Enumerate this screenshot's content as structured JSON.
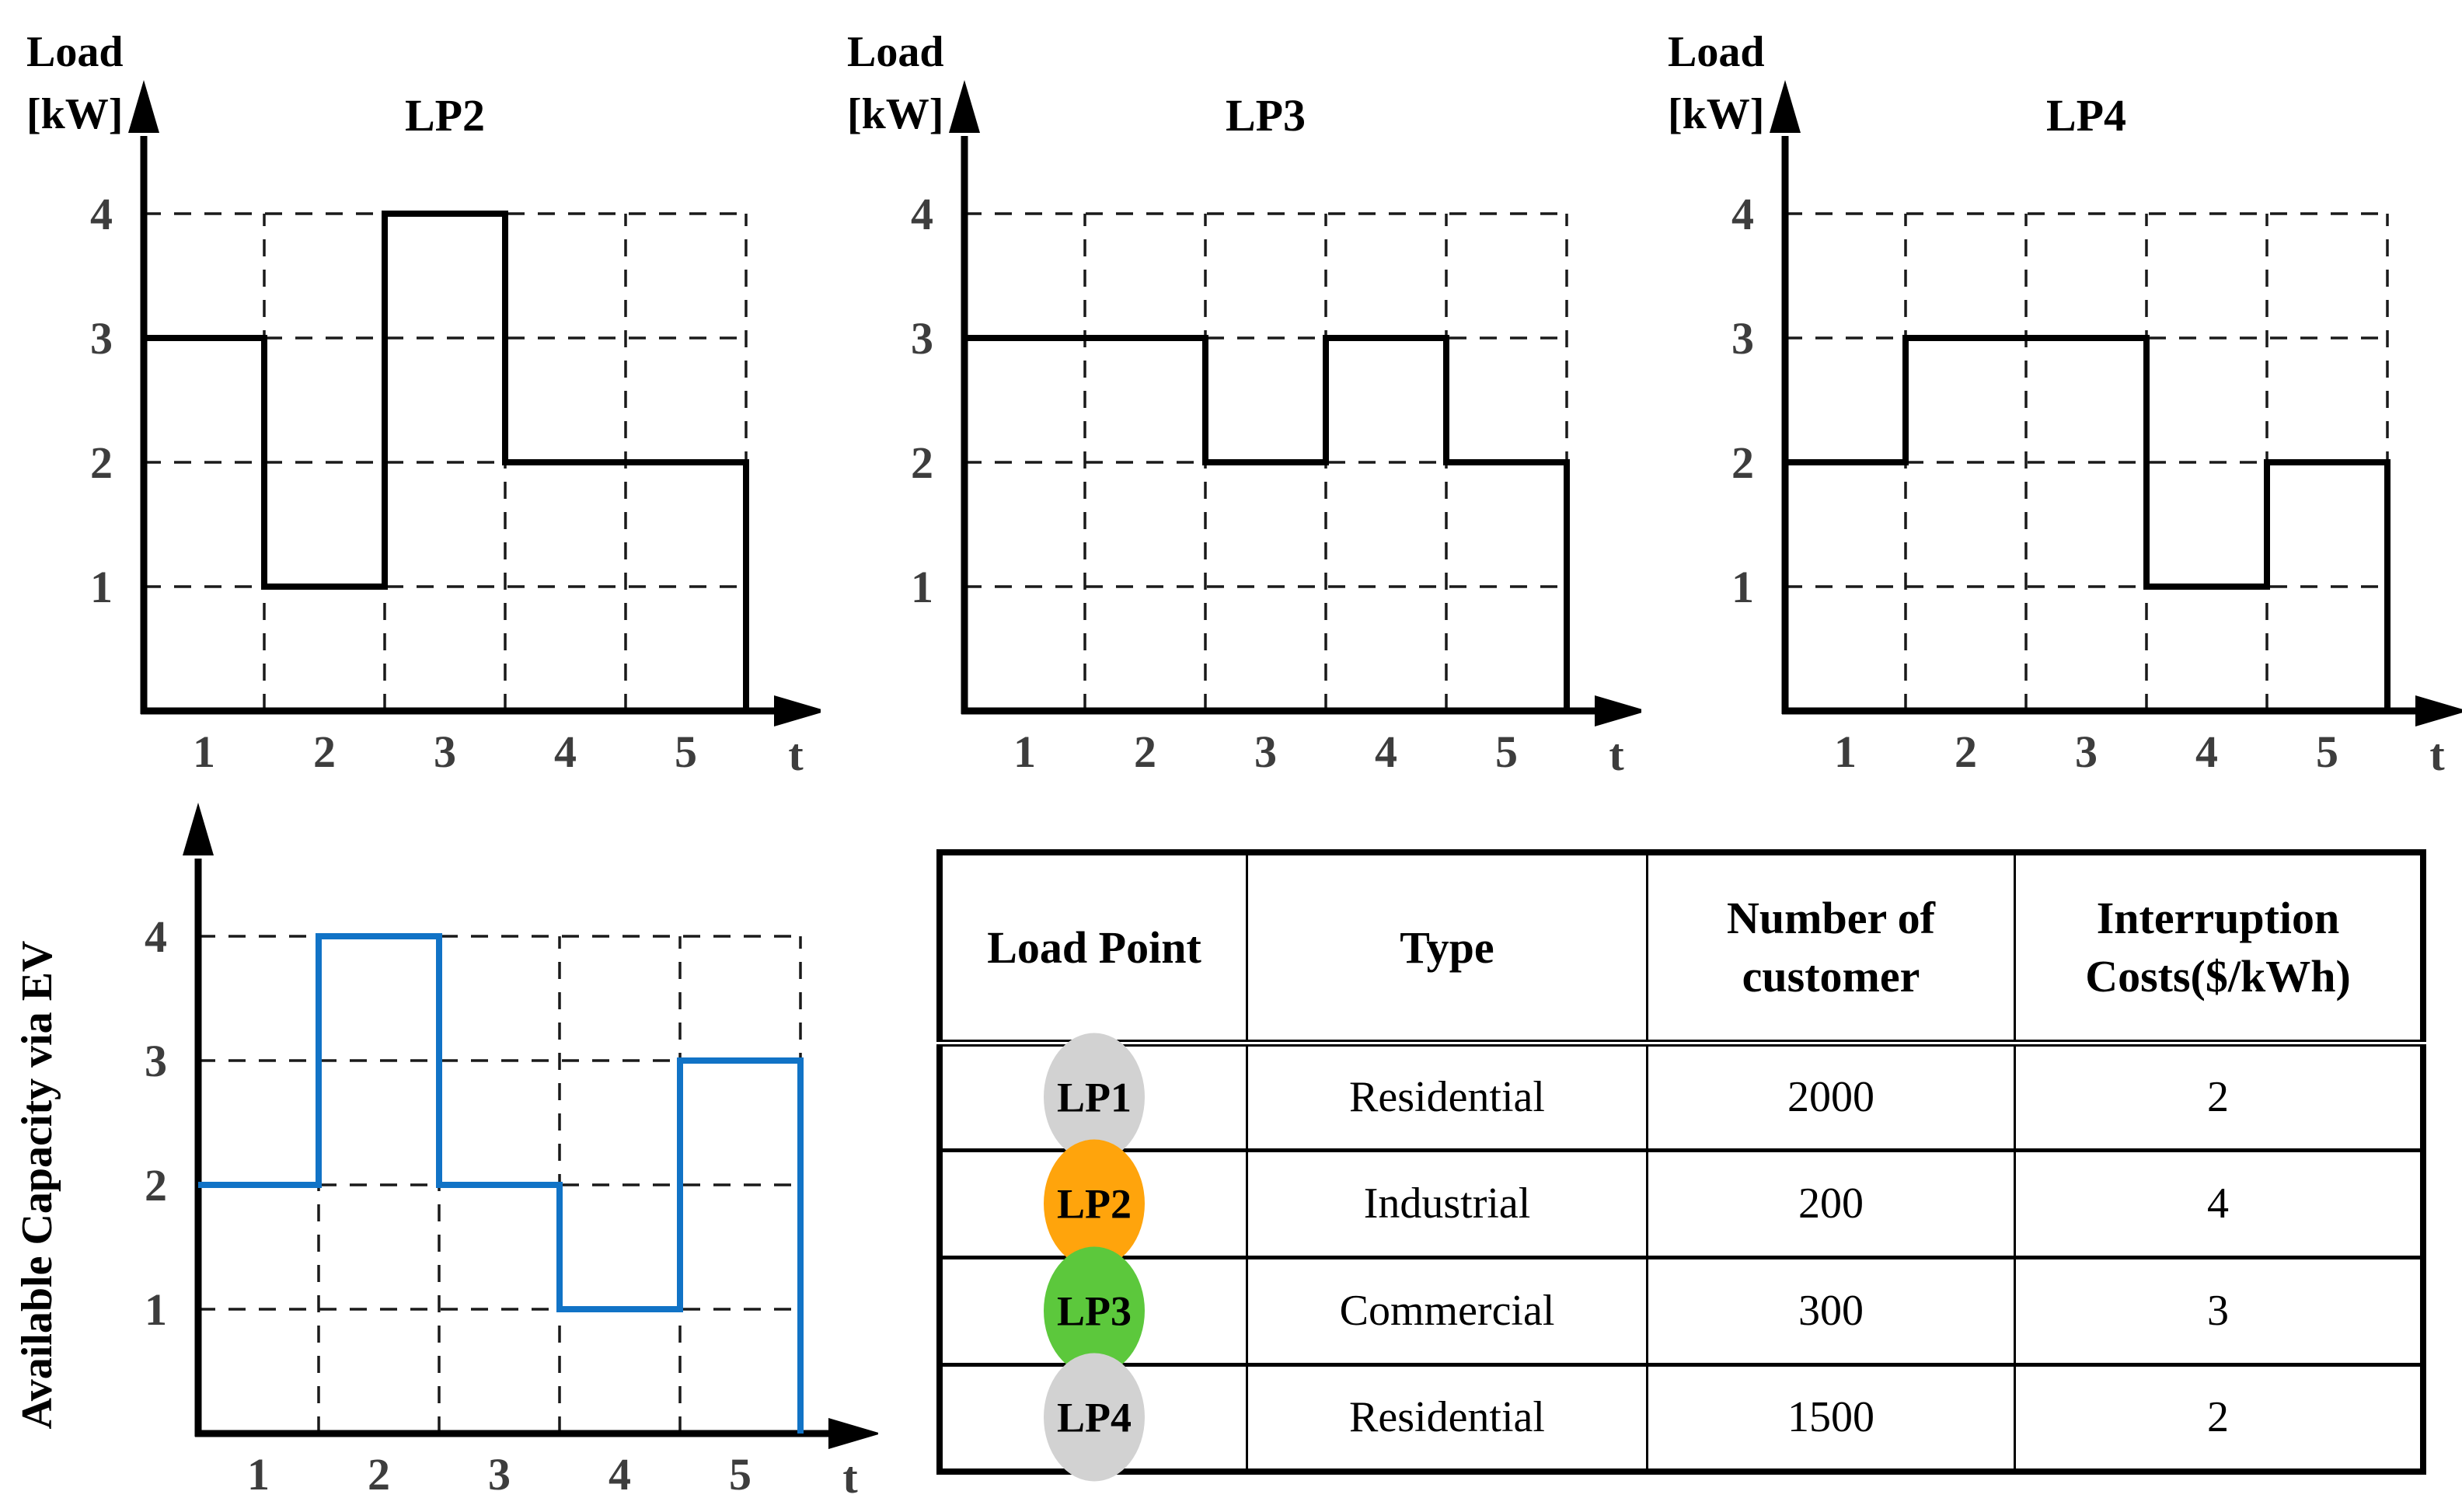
{
  "figure": {
    "description_labels": {
      "load_axis_line1": "Load",
      "load_axis_line2": "[kW]",
      "time_axis": "t",
      "ev_axis": "Available Capacity via EV"
    }
  },
  "colors": {
    "black_line": "#000000",
    "ev_line": "#1173C6",
    "badge_gray": "#D2D2D2",
    "badge_orange": "#FFA40C",
    "badge_green": "#5CC83C"
  },
  "chart_data": [
    {
      "type": "step",
      "title": "LP2",
      "ylabel_lines": [
        "Load",
        "[kW]"
      ],
      "ylabel_rotated": "",
      "xlabel": "t",
      "x": [
        "1",
        "2",
        "3",
        "4",
        "5"
      ],
      "values": [
        3,
        1,
        4,
        2,
        2
      ],
      "y_ticks": [
        1,
        2,
        3,
        4
      ],
      "ylim": [
        0,
        4
      ],
      "grid": true,
      "legend": "none",
      "line_color": "#000000"
    },
    {
      "type": "step",
      "title": "LP3",
      "ylabel_lines": [
        "Load",
        "[kW]"
      ],
      "ylabel_rotated": "",
      "xlabel": "t",
      "x": [
        "1",
        "2",
        "3",
        "4",
        "5"
      ],
      "values": [
        3,
        3,
        2,
        3,
        2
      ],
      "y_ticks": [
        1,
        2,
        3,
        4
      ],
      "ylim": [
        0,
        4
      ],
      "grid": true,
      "legend": "none",
      "line_color": "#000000"
    },
    {
      "type": "step",
      "title": "LP4",
      "ylabel_lines": [
        "Load",
        "[kW]"
      ],
      "ylabel_rotated": "",
      "xlabel": "t",
      "x": [
        "1",
        "2",
        "3",
        "4",
        "5"
      ],
      "values": [
        2,
        3,
        3,
        1,
        2
      ],
      "y_ticks": [
        1,
        2,
        3,
        4
      ],
      "ylim": [
        0,
        4
      ],
      "grid": true,
      "legend": "none",
      "line_color": "#000000"
    },
    {
      "type": "step",
      "title": "",
      "ylabel_lines": [],
      "ylabel_rotated": "Available Capacity via EV",
      "xlabel": "t",
      "x": [
        "1",
        "2",
        "3",
        "4",
        "5"
      ],
      "values": [
        2,
        4,
        2,
        1,
        3
      ],
      "y_ticks": [
        1,
        2,
        3,
        4
      ],
      "ylim": [
        0,
        4
      ],
      "grid": true,
      "legend": "none",
      "line_color": "#1173C6"
    }
  ],
  "table": {
    "headers": [
      "Load Point",
      "Type",
      "Number of customer",
      "Interruption Costs($/kWh)"
    ],
    "rows": [
      {
        "load_point": "LP1",
        "badge_color": "#D2D2D2",
        "type": "Residential",
        "customers": "2000",
        "interruption_cost": "2"
      },
      {
        "load_point": "LP2",
        "badge_color": "#FFA40C",
        "type": "Industrial",
        "customers": "200",
        "interruption_cost": "4"
      },
      {
        "load_point": "LP3",
        "badge_color": "#5CC83C",
        "type": "Commercial",
        "customers": "300",
        "interruption_cost": "3"
      },
      {
        "load_point": "LP4",
        "badge_color": "#D2D2D2",
        "type": "Residential",
        "customers": "1500",
        "interruption_cost": "2"
      }
    ]
  }
}
